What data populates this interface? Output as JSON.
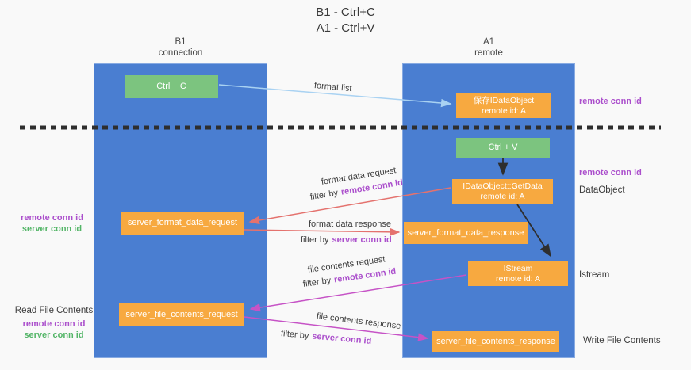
{
  "title": {
    "line1": "B1 - Ctrl+C",
    "line2": "A1 - Ctrl+V"
  },
  "lanes": {
    "left": {
      "name": "B1",
      "role": "connection"
    },
    "right": {
      "name": "A1",
      "role": "remote"
    }
  },
  "boxes": {
    "ctrl_c": {
      "label": "Ctrl + C"
    },
    "save_idataobject": {
      "line1": "保存IDataObject",
      "line2": "remote id: A"
    },
    "ctrl_v": {
      "label": "Ctrl + V"
    },
    "getdata": {
      "line1": "IDataObject::GetData",
      "line2": "remote id: A"
    },
    "istream": {
      "line1": "IStream",
      "line2": "remote id: A"
    },
    "format_request": {
      "label": "server_format_data_request"
    },
    "format_response": {
      "label": "server_format_data_response"
    },
    "file_request": {
      "label": "server_file_contents_request"
    },
    "file_response": {
      "label": "server_file_contents_response"
    }
  },
  "arrow_labels": {
    "format_list": "format list",
    "format_data_request": "format data request",
    "format_data_response": "format data response",
    "file_contents_request": "file contents request",
    "file_contents_response": "file contents response",
    "filter_by": "filter by",
    "remote_conn_id": "remote conn id",
    "server_conn_id": "server conn id"
  },
  "side_labels": {
    "remote_conn_id": "remote conn id",
    "server_conn_id": "server conn id",
    "read_file_contents": "Read File Contents",
    "write_file_contents": "Write File Contents",
    "dataobject": "DataObject",
    "istream": "Istream"
  },
  "colors": {
    "lane_blue": "#4a7ed1",
    "box_green": "#7cc47f",
    "box_orange": "#f7a940",
    "arrow_salmon": "#e4726e",
    "arrow_magenta": "#c653c6",
    "arrow_lightblue": "#a9d2f2",
    "arrow_black": "#2e2e2e",
    "text_purple": "#ab4fcc",
    "text_green": "#53b567"
  }
}
